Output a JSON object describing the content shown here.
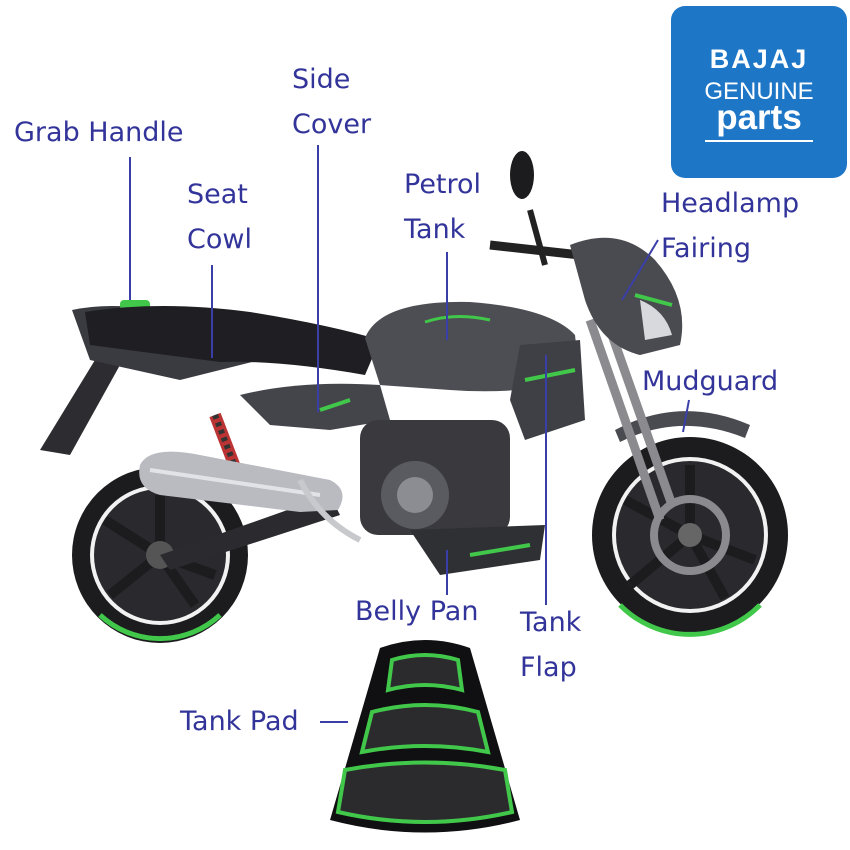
{
  "labels": {
    "grab_handle": "Grab Handle",
    "seat_cowl": [
      "Seat",
      "Cowl"
    ],
    "side_cover": [
      "Side",
      "Cover"
    ],
    "petrol_tank": [
      "Petrol",
      "Tank"
    ],
    "headlamp_fairing": [
      "Headlamp",
      "Fairing"
    ],
    "mudguard": "Mudguard",
    "belly_pan": "Belly Pan",
    "tank_flap": [
      "Tank",
      "Flap"
    ],
    "tank_pad": "Tank Pad"
  },
  "logo": {
    "brand": "BAJAJ",
    "line1": "GENUINE",
    "line2": "parts"
  },
  "colors": {
    "label_text": "#32349a",
    "leader_line": "#3a3fa8",
    "logo_bg": "#1e76c6",
    "bike_body": "#3c3d42",
    "accent_green": "#41c84a"
  }
}
